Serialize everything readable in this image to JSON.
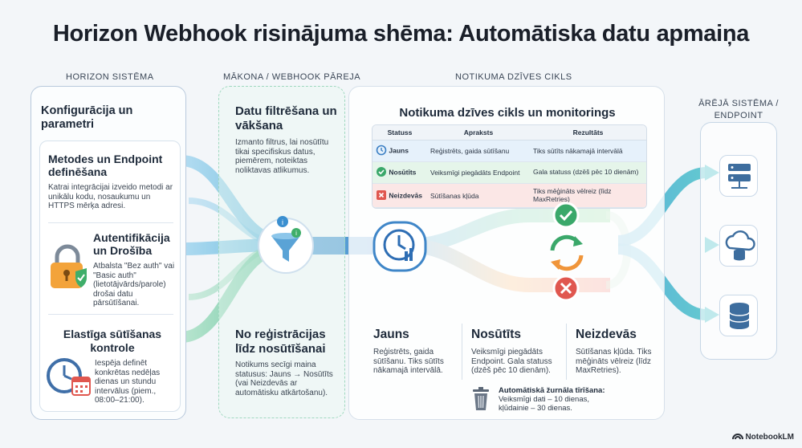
{
  "title": "Horizon Webhook risinājuma shēma: Automātiska datu apmaiņa",
  "columns": {
    "horizon": "HORIZON SISTĒMA",
    "cloud": "MĀKONA / WEBHOOK PĀREJA",
    "lifecycle": "NOTIKUMA DZĪVES CIKLS",
    "external_line1": "ĀRĒJĀ SISTĒMA /",
    "external_line2": "ENDPOINT"
  },
  "left": {
    "config_title": "Konfigurācija un parametri",
    "methods_title": "Metodes un Endpoint definēšana",
    "methods_text": "Katrai integrācijai izveido metodi ar unikālu kodu, nosaukumu un HTTPS mērķa adresi.",
    "auth_title": "Autentifikācija un Drošība",
    "auth_text": "Atbalsta \"Bez auth\" vai \"Basic auth\" (lietotājvārds/parole) drošai datu pārsūtīšanai.",
    "flex_title": "Elastīga sūtīšanas kontrole",
    "flex_text": "Iespēja definēt konkrētas nedēļas dienas un stundu intervālus (piem., 08:00–21:00)."
  },
  "middle": {
    "filter_title": "Datu filtrēšana un vākšana",
    "filter_text": "Izmanto filtrus, lai nosūtītu tikai specifiskus datus, piemērem, noteiktas noliktavas atlikumus.",
    "reg_title": "No reģistrācijas līdz nosūtīšanai",
    "reg_text": "Notikums secīgi maina statusus: Jauns → Nosūtīts (vai Neizdevās ar automātisku atkārtošanu)."
  },
  "lifecycle": {
    "title": "Notikuma dzīves cikls un monitorings",
    "headers": [
      "Statuss",
      "Apraksts",
      "Rezultāts"
    ],
    "rows": [
      {
        "status": "Jauns",
        "desc": "Reģistrēts, gaida sūtīšanu",
        "result": "Tiks sūtīts nākamajā intervālā",
        "color": "#e6f1fb"
      },
      {
        "status": "Nosūtīts",
        "desc": "Veiksmīgi piegādāts Endpoint",
        "result": "Gala statuss (dzēš pēc 10 dienām)",
        "color": "#e5f5ea"
      },
      {
        "status": "Neizdevās",
        "desc": "Sūtīšanas kļūda",
        "result": "Tiks mēģināts vēlreiz (līdz MaxRetries)",
        "color": "#fbe7e6"
      }
    ],
    "col1_title": "Jauns",
    "col1_text": "Reģistrēts, gaida sūtīšanu. Tiks sūtīts nākamajā intervālā.",
    "col2_title": "Nosūtīts",
    "col2_text": "Veiksmīgi piegādāts Endpoint. Gala statuss (dzēš pēc 10 dienām).",
    "col3_title": "Neizdevās",
    "col3_text": "Sūtīšanas kļūda. Tiks mēģināts vēlreiz (līdz MaxRetries).",
    "purge_title": "Automātiskā žurnāla tīrīšana:",
    "purge_text1": "Veiksmīgi dati – 10 dienas,",
    "purge_text2": "kļūdainie – 30 dienas."
  },
  "brand": "NotebookLM",
  "colors": {
    "blue": "#3b7fc4",
    "green": "#3aa86a",
    "red": "#e0574f",
    "orange": "#f0953a",
    "teal": "#4fb8b0"
  }
}
